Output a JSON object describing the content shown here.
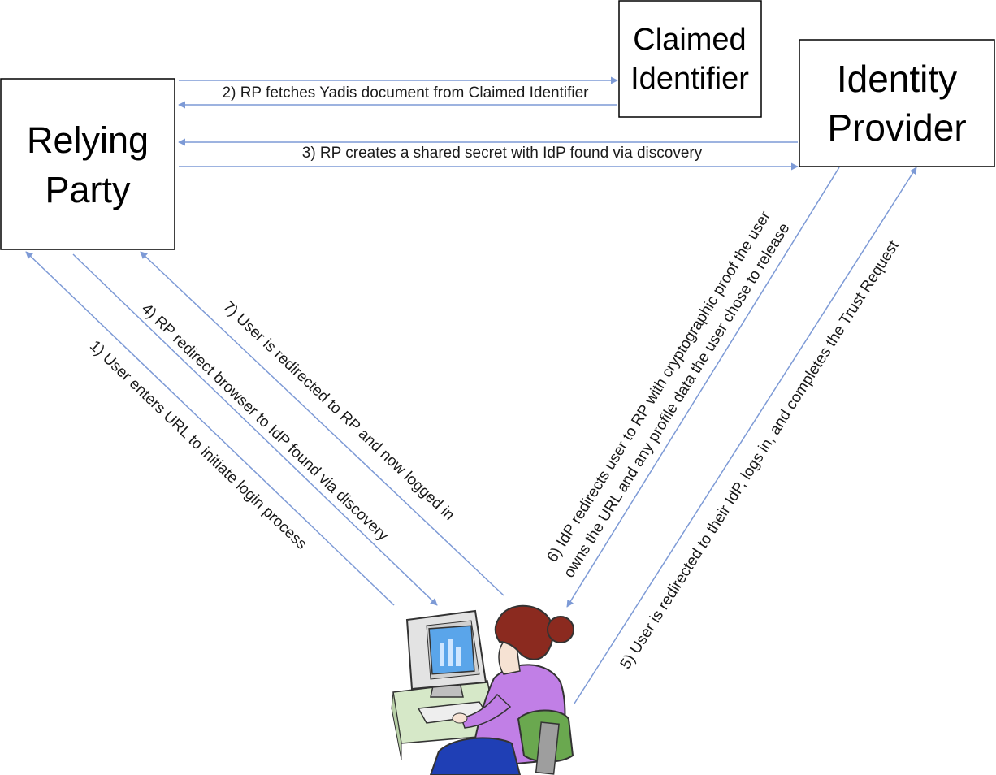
{
  "nodes": {
    "relying_party": {
      "line1": "Relying",
      "line2": "Party"
    },
    "claimed_identifier": {
      "line1": "Claimed",
      "line2": "Identifier"
    },
    "identity_provider": {
      "line1": "Identity",
      "line2": "Provider"
    },
    "user": {
      "icon": "user-at-computer-icon"
    }
  },
  "steps": {
    "s1": "1) User enters URL to initiate login process",
    "s2": "2) RP fetches Yadis document from Claimed Identifier",
    "s3": "3) RP creates a shared secret with IdP found via discovery",
    "s4": "4) RP redirect browser to IdP found via discovery",
    "s5": "5) User is redirected to their IdP, logs in, and completes the Trust Request",
    "s6_line1": "6) IdP redirects user to RP with cryptographic proof the user",
    "s6_line2": "owns the URL and any profile data the user chose to release",
    "s7": "7) User is redirected to RP and now logged in"
  },
  "colors": {
    "arrow": "#7d9ad6",
    "box_border": "#000000",
    "sweater": "#c17fe6",
    "hair": "#8b2a1f",
    "chair": "#6aa84f",
    "pants": "#1f3fb5",
    "screen": "#5aa5ea",
    "desk": "#d6e8c8"
  }
}
